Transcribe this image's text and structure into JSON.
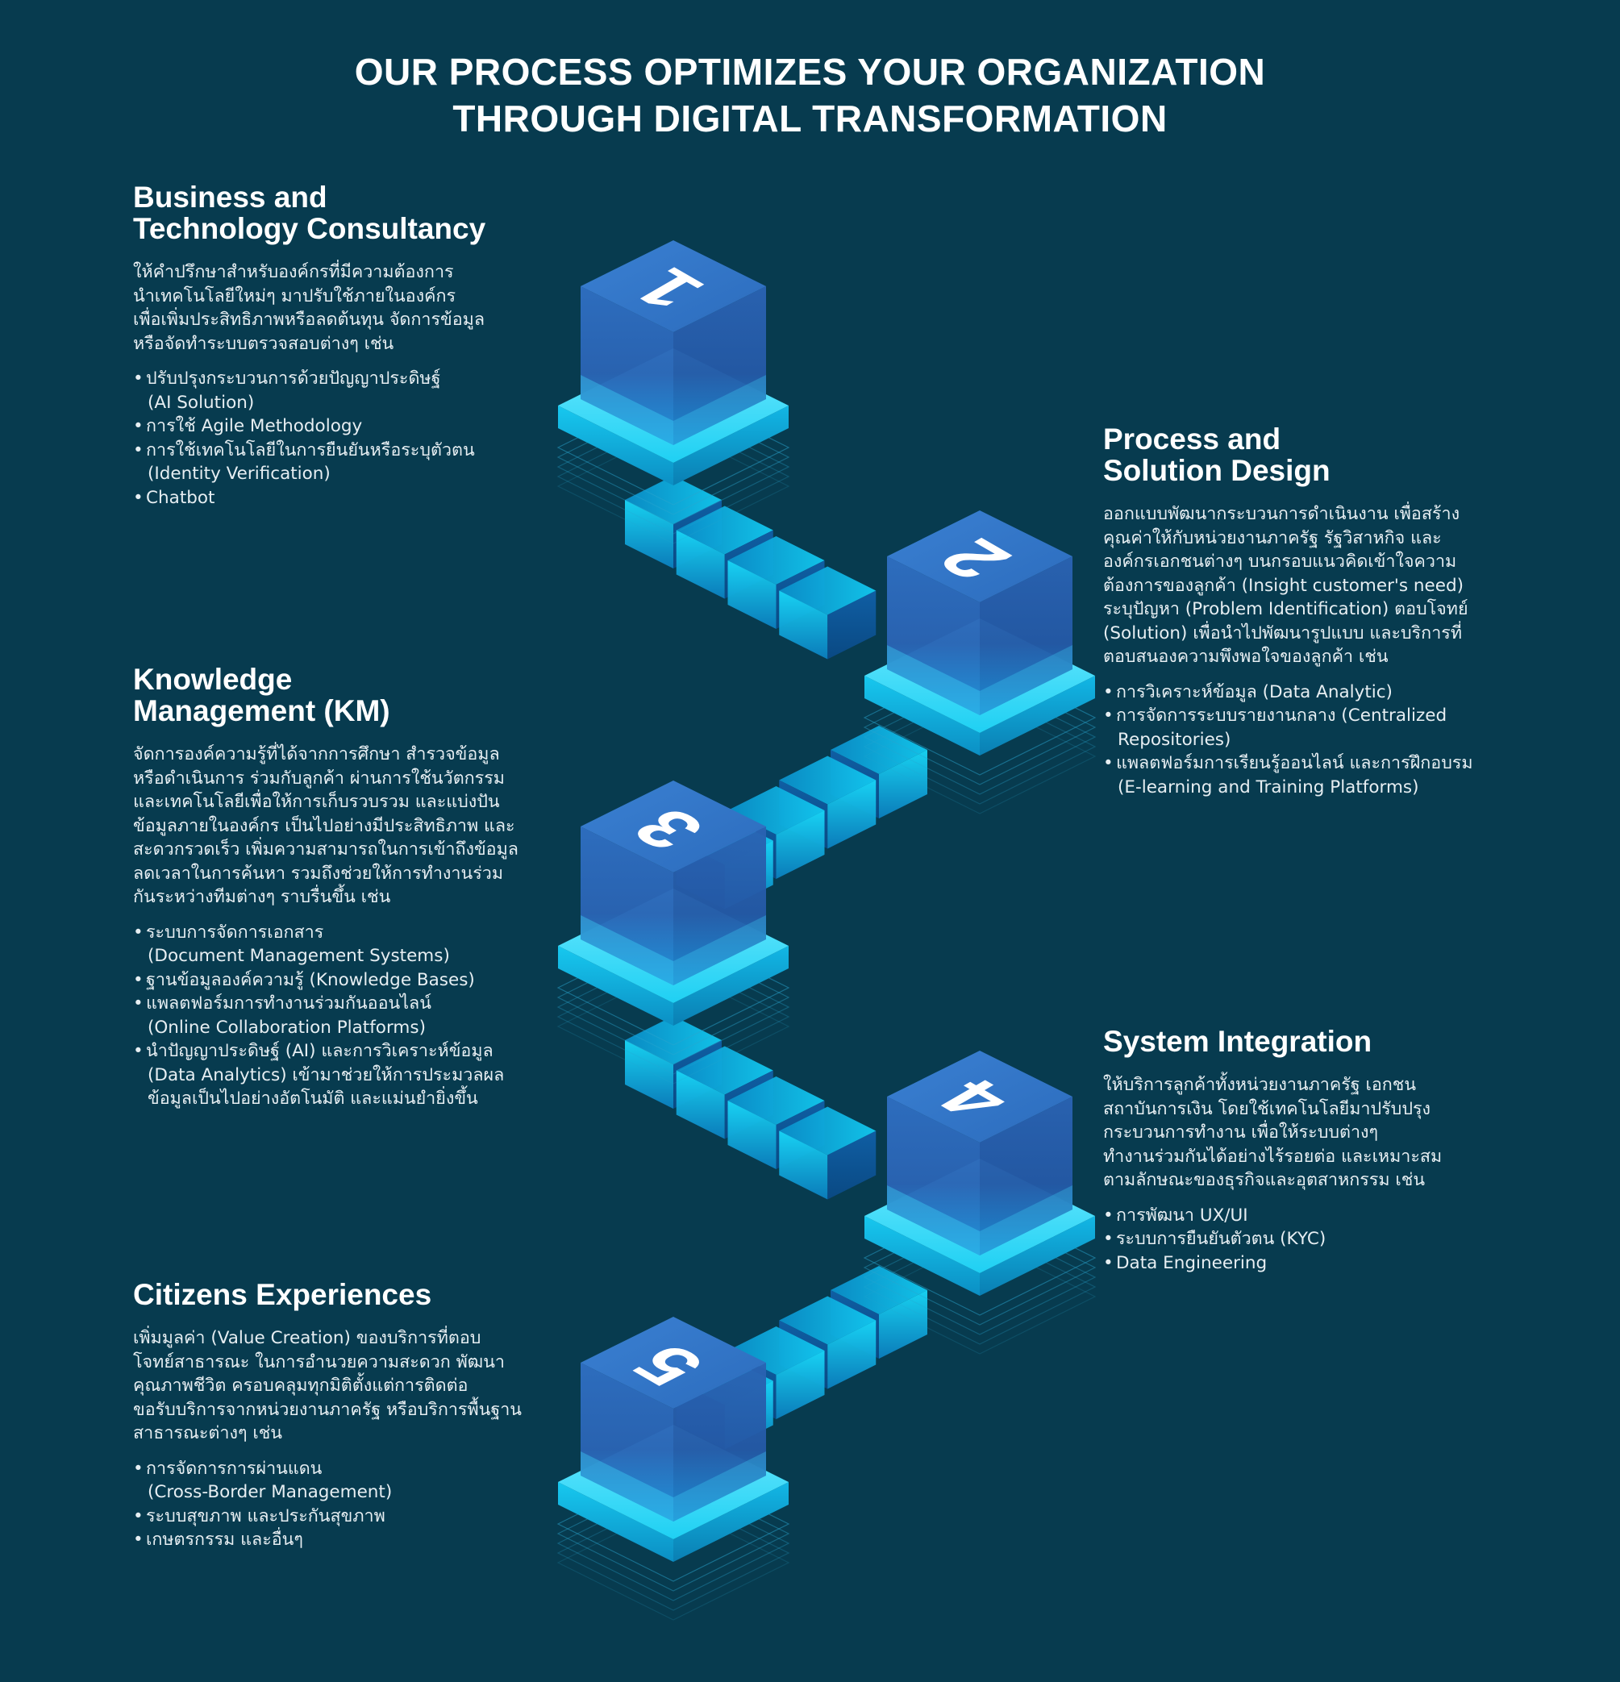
{
  "title": [
    "OUR PROCESS OPTIMIZES YOUR ORGANIZATION",
    "THROUGH DIGITAL TRANSFORMATION"
  ],
  "colors": {
    "background": "#073b4f",
    "cube_blue": "#2f74c6",
    "glow_cyan": "#12d6f6"
  },
  "cube_numbers": [
    "1",
    "2",
    "3",
    "4",
    "5"
  ],
  "sections": [
    {
      "heading": [
        "Business and",
        "Technology Consultancy"
      ],
      "desc": [
        "ให้คำปรึกษาสำหรับองค์กรที่มีความต้องการ",
        "นำเทคโนโลยีใหม่ๆ มาปรับใช้ภายในองค์กร",
        "เพื่อเพิ่มประสิทธิภาพหรือลดต้นทุน จัดการข้อมูล",
        "หรือจัดทำระบบตรวจสอบต่างๆ เช่น"
      ],
      "bullets": [
        [
          "ปรับปรุงกระบวนการด้วยปัญญาประดิษฐ์",
          "(AI Solution)"
        ],
        [
          "การใช้ Agile Methodology"
        ],
        [
          "การใช้เทคโนโลยีในการยืนยันหรือระบุตัวตน",
          "(Identity Verification)"
        ],
        [
          "Chatbot"
        ]
      ]
    },
    {
      "heading": [
        "Process and",
        "Solution Design"
      ],
      "desc": [
        "ออกแบบพัฒนากระบวนการดำเนินงาน เพื่อสร้าง",
        "คุณค่าให้กับหน่วยงานภาครัฐ รัฐวิสาหกิจ และ",
        "องค์กรเอกชนต่างๆ บนกรอบแนวคิดเข้าใจความ",
        "ต้องการของลูกค้า (Insight customer's need)",
        "ระบุปัญหา (Problem Identification) ตอบโจทย์",
        "(Solution) เพื่อนำไปพัฒนารูปแบบ และบริการที่",
        "ตอบสนองความพึงพอใจของลูกค้า เช่น"
      ],
      "bullets": [
        [
          "การวิเคราะห์ข้อมูล (Data Analytic)"
        ],
        [
          "การจัดการระบบรายงานกลาง (Centralized",
          "Repositories)"
        ],
        [
          "แพลตฟอร์มการเรียนรู้ออนไลน์ และการฝึกอบรม",
          "(E-learning and Training Platforms)"
        ]
      ]
    },
    {
      "heading": [
        "Knowledge",
        "Management (KM)"
      ],
      "desc": [
        "จัดการองค์ความรู้ที่ได้จากการศึกษา สำรวจข้อมูล",
        "หรือดำเนินการ ร่วมกับลูกค้า ผ่านการใช้นวัตกรรม",
        "และเทคโนโลยีเพื่อให้การเก็บรวบรวม และแบ่งปัน",
        "ข้อมูลภายในองค์กร เป็นไปอย่างมีประสิทธิภาพ และ",
        "สะดวกรวดเร็ว เพิ่มความสามารถในการเข้าถึงข้อมูล",
        "ลดเวลาในการค้นหา รวมถึงช่วยให้การทำงานร่วม",
        "กันระหว่างทีมต่างๆ ราบรื่นขึ้น เช่น"
      ],
      "bullets": [
        [
          "ระบบการจัดการเอกสาร",
          "(Document Management Systems)"
        ],
        [
          "ฐานข้อมูลองค์ความรู้ (Knowledge Bases)"
        ],
        [
          "แพลตฟอร์มการทำงานร่วมกันออนไลน์",
          "(Online Collaboration Platforms)"
        ],
        [
          "นำปัญญาประดิษฐ์ (AI) และการวิเคราะห์ข้อมูล",
          "(Data Analytics) เข้ามาช่วยให้การประมวลผล",
          "ข้อมูลเป็นไปอย่างอัตโนมัติ และแม่นยำยิ่งขึ้น"
        ]
      ]
    },
    {
      "heading": [
        "System Integration"
      ],
      "desc": [
        "ให้บริการลูกค้าทั้งหน่วยงานภาครัฐ เอกชน",
        "สถาบันการเงิน โดยใช้เทคโนโลยีมาปรับปรุง",
        "กระบวนการทำงาน เพื่อให้ระบบต่างๆ",
        "ทำงานร่วมกันได้อย่างไร้รอยต่อ และเหมาะสม",
        "ตามลักษณะของธุรกิจและอุตสาหกรรม เช่น"
      ],
      "bullets": [
        [
          "การพัฒนา UX/UI"
        ],
        [
          "ระบบการยืนยันตัวตน (KYC)"
        ],
        [
          "Data Engineering"
        ]
      ]
    },
    {
      "heading": [
        "Citizens Experiences"
      ],
      "desc": [
        "เพิ่มมูลค่า (Value Creation) ของบริการที่ตอบ",
        "โจทย์สาธารณะ ในการอำนวยความสะดวก พัฒนา",
        "คุณภาพชีวิต ครอบคลุมทุกมิติตั้งแต่การติดต่อ",
        "ขอรับบริการจากหน่วยงานภาครัฐ หรือบริการพื้นฐาน",
        "สาธารณะต่างๆ เช่น"
      ],
      "bullets": [
        [
          "การจัดการการผ่านแดน",
          "(Cross-Border Management)"
        ],
        [
          "ระบบสุขภาพ และประกันสุขภาพ"
        ],
        [
          "เกษตรกรรม และอื่นๆ"
        ]
      ]
    }
  ]
}
